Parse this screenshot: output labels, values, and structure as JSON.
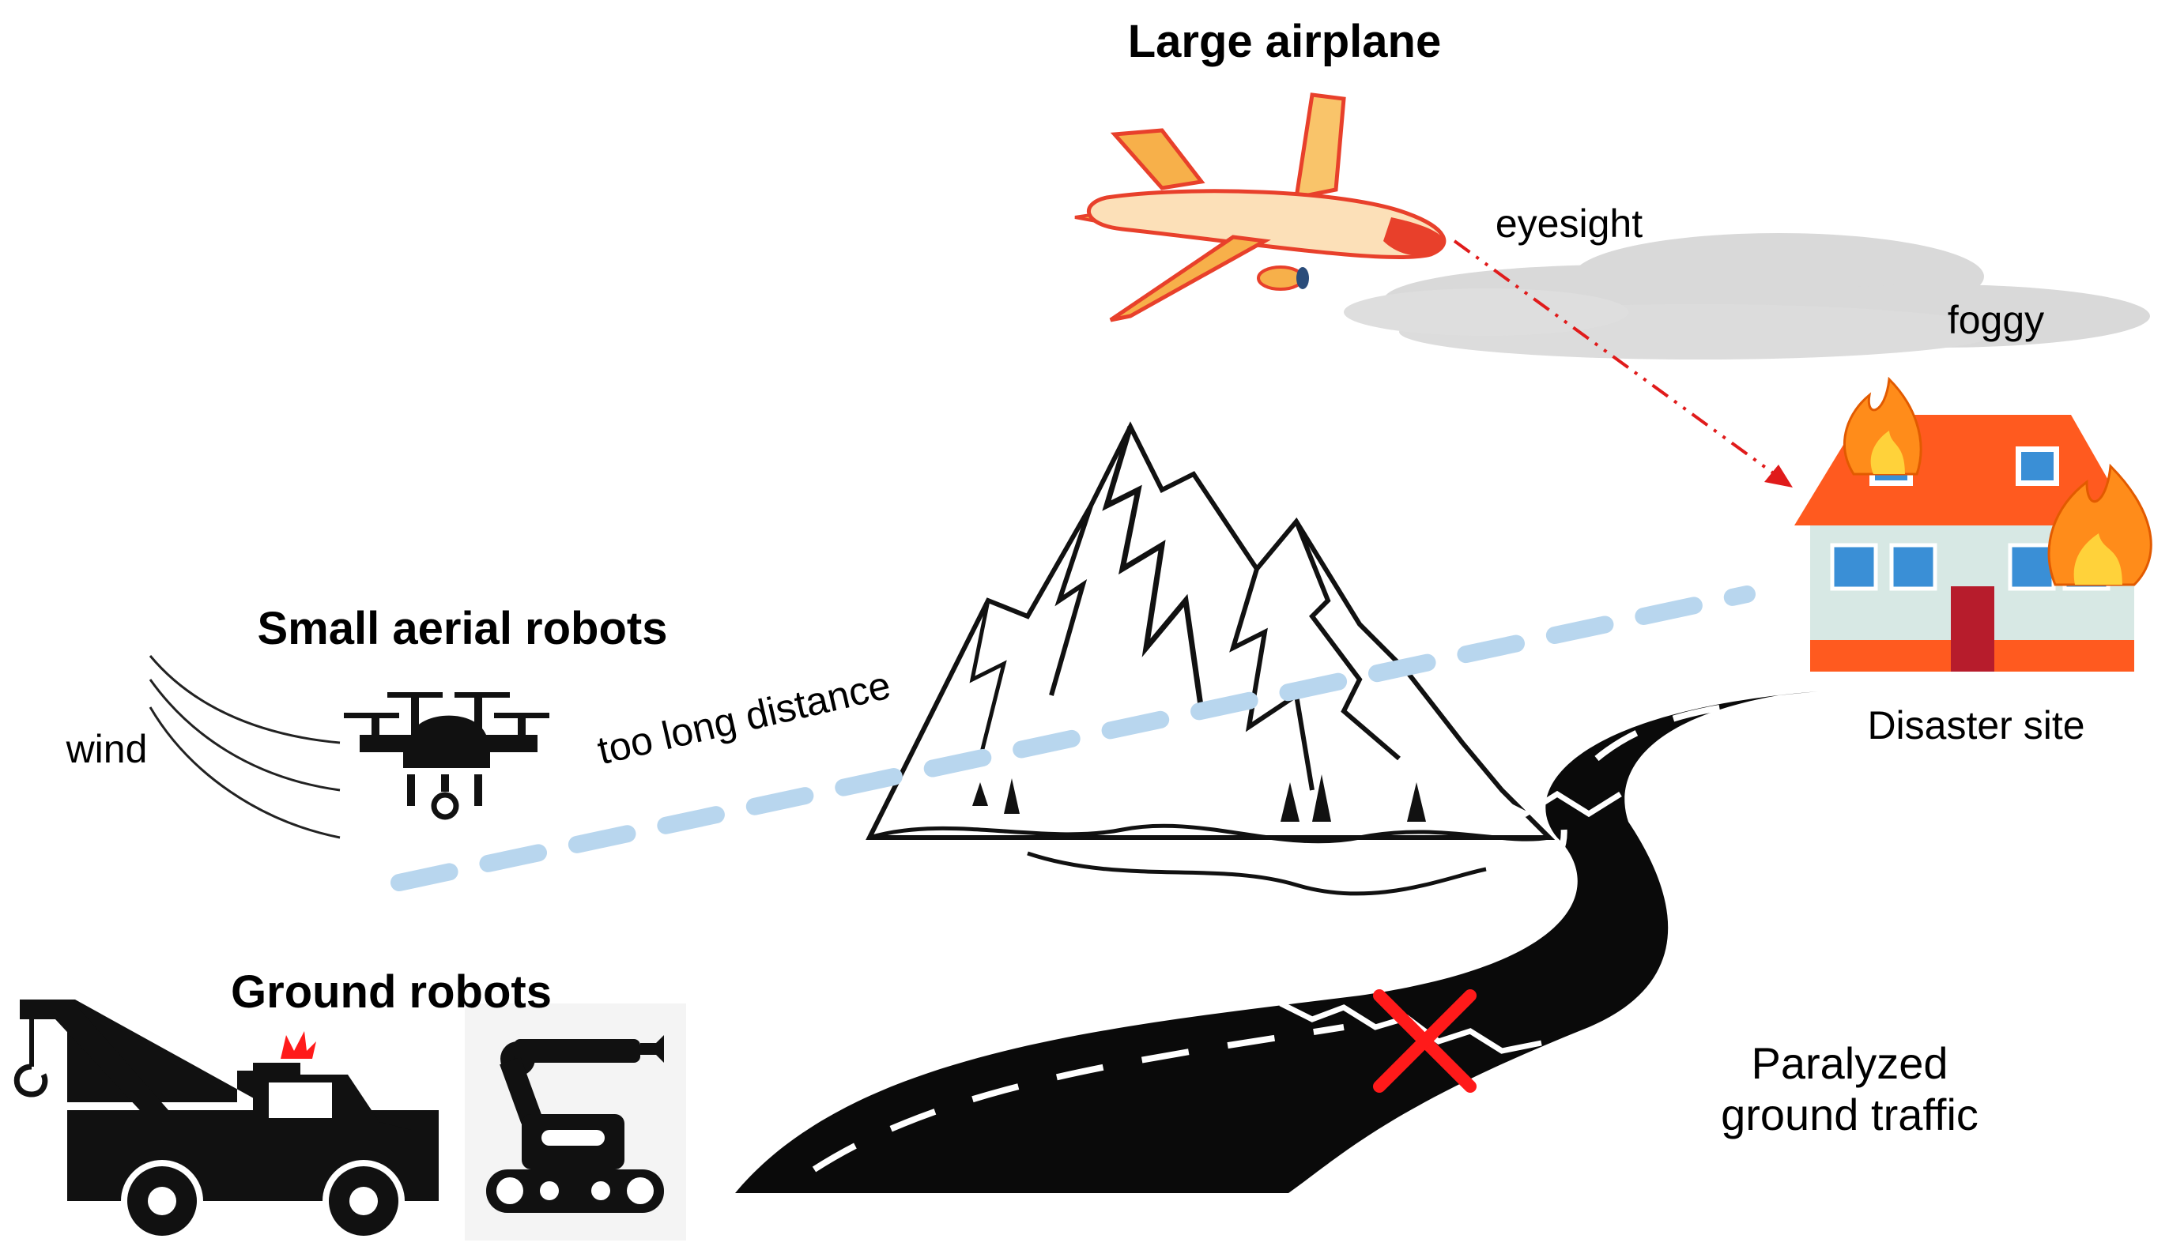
{
  "labels": {
    "large_airplane": "Large airplane",
    "eyesight": "eyesight",
    "foggy": "foggy",
    "small_aerial_robots": "Small aerial robots",
    "wind": "wind",
    "too_long_distance": "too long distance",
    "disaster_site": "Disaster site",
    "ground_robots": "Ground robots",
    "paralyzed_line1": "Paralyzed",
    "paralyzed_line2": "ground traffic"
  },
  "colors": {
    "airplane_body": "#f7b04a",
    "airplane_accent": "#e8402b",
    "eyesight_line": "#e01b1b",
    "fog": "#d9d9d9",
    "distance_line": "#b8d6ee",
    "house_wall": "#d7e8e4",
    "house_roof": "#ff5a1f",
    "house_door": "#b71c2c",
    "house_window": "#3a8fd6",
    "fire": "#ff8c1a",
    "road": "#0a0a0a",
    "cross": "#ff1a1a"
  },
  "icons": [
    "airplane-icon",
    "cloud-icon",
    "house-icon",
    "fire-icon",
    "mountain-icon",
    "drone-icon",
    "wind-lines-icon",
    "tow-truck-icon",
    "tracked-robot-icon",
    "road-icon",
    "cross-icon"
  ]
}
